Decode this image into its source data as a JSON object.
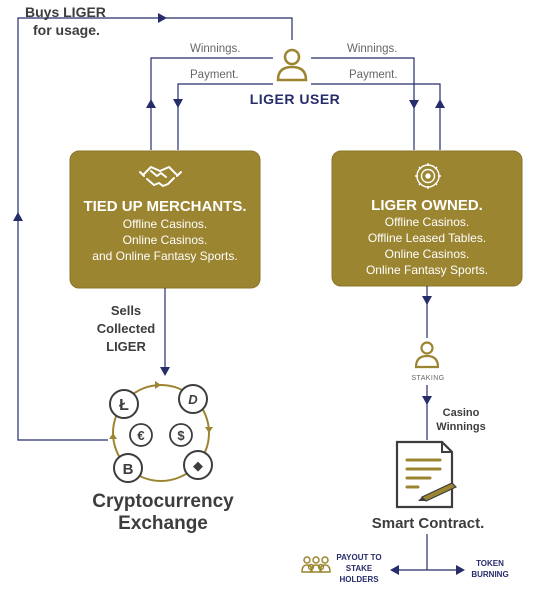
{
  "colors": {
    "gold": "#9c8530",
    "gold_border": "#8a7428",
    "navy": "#272d6b",
    "text_dark": "#3d3d3d",
    "text_gray": "#666666",
    "white": "#ffffff"
  },
  "buys_label": {
    "line1": "Buys LIGER",
    "line2": "for usage."
  },
  "user": {
    "label": "LIGER USER",
    "icon": "person-icon"
  },
  "flow_labels": {
    "left_winnings": "Winnings.",
    "left_payment": "Payment.",
    "right_winnings": "Winnings.",
    "right_payment": "Payment."
  },
  "merchants_box": {
    "icon": "handshake-icon",
    "title": "TIED UP MERCHANTS.",
    "lines": [
      "Offline Casinos.",
      "Online Casinos.",
      "and Online Fantasy Sports."
    ]
  },
  "owned_box": {
    "icon": "casino-chip-icon",
    "title": "LIGER OWNED.",
    "lines": [
      "Offline Casinos.",
      "Offline Leased Tables.",
      "Online Casinos.",
      "Online Fantasy Sports."
    ]
  },
  "sells_label": {
    "lines": [
      "Sells",
      "Collected",
      "LIGER"
    ]
  },
  "exchange": {
    "title_line1": "Cryptocurrency",
    "title_line2": "Exchange",
    "coins": [
      {
        "name": "litecoin-icon",
        "symbol": "Ł"
      },
      {
        "name": "dash-icon",
        "symbol": "D"
      },
      {
        "name": "euro-icon",
        "symbol": "€"
      },
      {
        "name": "dollar-icon",
        "symbol": "$"
      },
      {
        "name": "bitcoin-icon",
        "symbol": "B"
      },
      {
        "name": "ethereum-icon",
        "symbol": "◆"
      }
    ]
  },
  "staking": {
    "icon": "staking-person-icon",
    "label": "STAKING"
  },
  "casino_winnings": {
    "line1": "Casino",
    "line2": "Winnings"
  },
  "smart_contract": {
    "icon": "contract-document-icon",
    "label": "Smart Contract."
  },
  "payout": {
    "icon": "group-people-icon",
    "lines": [
      "PAYOUT TO",
      "STAKE",
      "HOLDERS"
    ]
  },
  "token_burning": {
    "lines": [
      "TOKEN",
      "BURNING"
    ]
  }
}
